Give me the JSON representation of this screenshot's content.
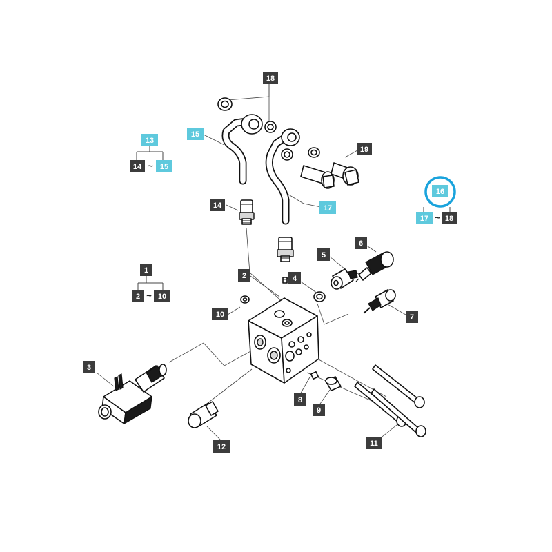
{
  "callouts": {
    "c1": "1",
    "c2": "2",
    "c3": "3",
    "c4": "4",
    "c5": "5",
    "c6": "6",
    "c7": "7",
    "c8": "8",
    "c9": "9",
    "c10": "10",
    "c11": "11",
    "c12": "12",
    "c13": "13",
    "c14": "14",
    "c15": "15",
    "c16": "16",
    "c17": "17",
    "c18": "18",
    "c19": "19"
  },
  "groups": {
    "g13": {
      "parent": "13",
      "from": "14",
      "to": "15"
    },
    "g1": {
      "parent": "1",
      "from": "2",
      "to": "10"
    },
    "g16": {
      "parent": "16",
      "from": "17",
      "to": "18"
    }
  },
  "range_separator": "~",
  "colors": {
    "label_dark": "#3c3c3c",
    "label_cyan": "#5ec9dd",
    "highlight_ring": "#1aa3dc"
  },
  "selected_callout": "16"
}
